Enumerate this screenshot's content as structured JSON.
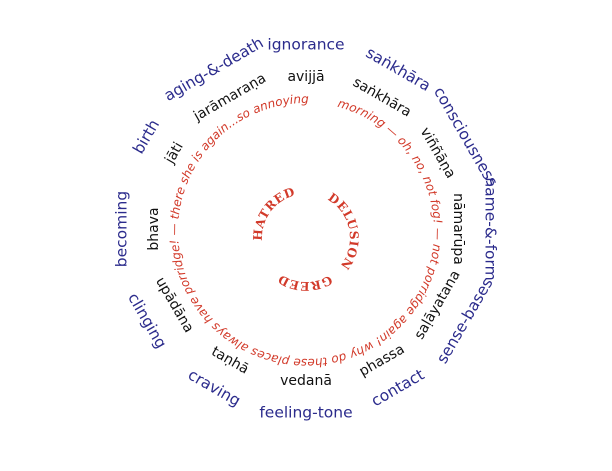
{
  "colors": {
    "outer_ring": "#2b2b8c",
    "inner_ring": "#111111",
    "thought": "#d23a2a",
    "roots": "#d23a2a"
  },
  "outer_ring": {
    "items": [
      "ignorance",
      "saṅkhāra",
      "consciousness",
      "name-&-form",
      "sense-bases",
      "contact",
      "feeling-tone",
      "craving",
      "clinging",
      "becoming",
      "birth",
      "aging-&-death"
    ]
  },
  "inner_ring": {
    "items": [
      "avijjā",
      "saṅkhāra",
      "viññāṇa",
      "nāmarūpa",
      "saḷāyatana",
      "phassa",
      "vedanā",
      "taṇhā",
      "upādāna",
      "bhava",
      "jāti",
      "jarāmaraṇa"
    ]
  },
  "thought_loop": {
    "text": "morning — oh, no, not fog! — not porridge again! why do these places always have porridge! — there she is again...so annoying..."
  },
  "roots": {
    "items": [
      "DELUSION",
      "GREED",
      "HATRED"
    ]
  }
}
